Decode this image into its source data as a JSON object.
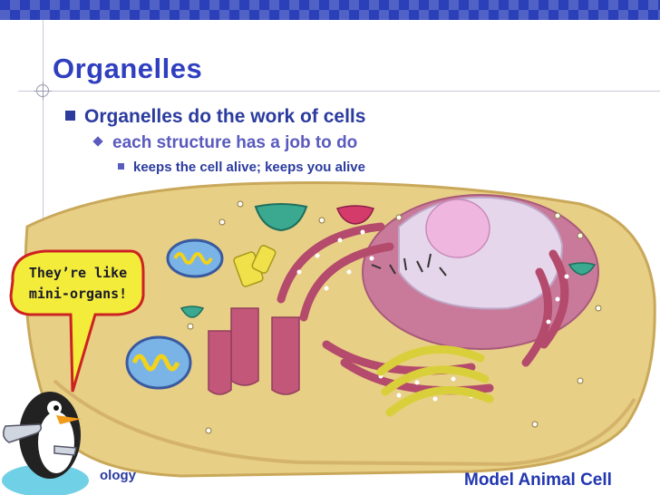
{
  "slide": {
    "title": "Organelles",
    "bullets": [
      {
        "level": 1,
        "text": "Organelles do the work of cells"
      },
      {
        "level": 2,
        "text": "each structure has a job to do"
      },
      {
        "level": 3,
        "text": "keeps the cell alive; keeps you alive"
      }
    ],
    "speech_bubble": {
      "line1": "They’re like",
      "line2": "mini-organs!"
    },
    "footer_left": "ology",
    "caption": "Model Animal Cell"
  },
  "icons": {
    "penguin": "penguin-mascot-icon",
    "wrench": "wrench-icon"
  },
  "colors": {
    "top_bar": "#2a3fb8",
    "title": "#2f3fbf",
    "cytoplasm": "#e8cf86",
    "bubble": "#f4ec3a",
    "nucleus": "#d9b0d4",
    "er": "#c9708a"
  }
}
